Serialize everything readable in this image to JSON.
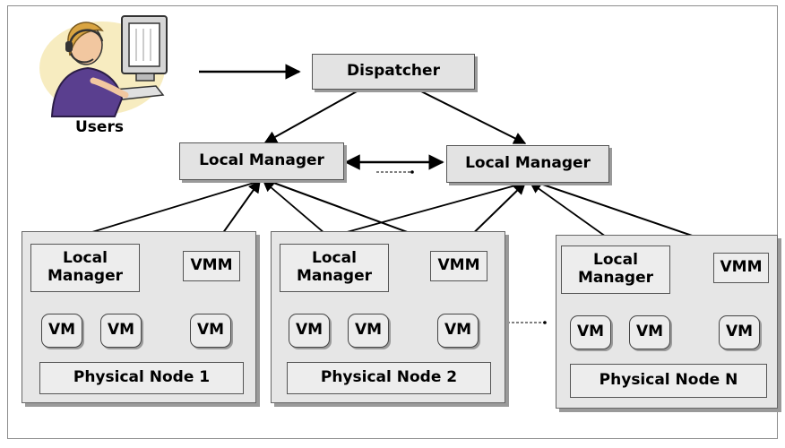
{
  "users": {
    "label": "Users"
  },
  "dispatcher": {
    "label": "Dispatcher"
  },
  "top_managers": [
    {
      "label": "Local Manager"
    },
    {
      "label": "Local Manager"
    }
  ],
  "nodes": [
    {
      "title": "Physical Node 1",
      "manager": "Local Manager",
      "vmm": "VMM",
      "vms": [
        "VM",
        "VM",
        "VM"
      ]
    },
    {
      "title": "Physical Node 2",
      "manager": "Local Manager",
      "vmm": "VMM",
      "vms": [
        "VM",
        "VM",
        "VM"
      ]
    },
    {
      "title": "Physical Node N",
      "manager": "Local Manager",
      "vmm": "VMM",
      "vms": [
        "VM",
        "VM",
        "VM"
      ]
    }
  ]
}
